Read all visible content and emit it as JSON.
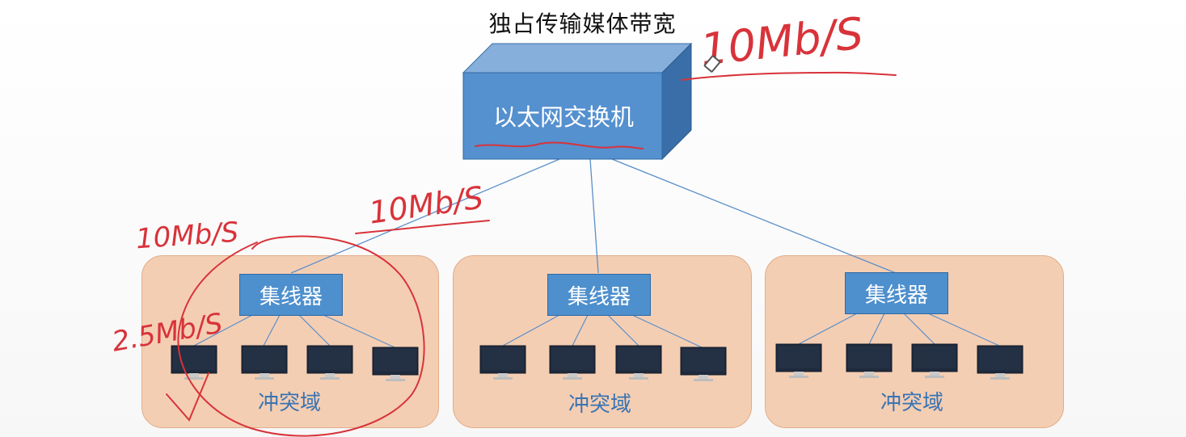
{
  "title": "独占传输媒体带宽",
  "switch_label": "以太网交换机",
  "domains": [
    {
      "hub_label": "集线器",
      "label": "冲突域"
    },
    {
      "hub_label": "集线器",
      "label": "冲突域"
    },
    {
      "hub_label": "集线器",
      "label": "冲突域"
    }
  ],
  "annotations": {
    "switch_rate": "10Mb/S",
    "link_rate": "10Mb/S",
    "domain_rate": "10Mb/S",
    "host_rate": "2.5Mb/S"
  },
  "colors": {
    "switch_front": "#5590cf",
    "switch_top": "#86afdc",
    "switch_side": "#3a6ea8",
    "domain_fill": "#f4ceb3",
    "hub_fill": "#4e8fcd",
    "link_line": "#5b8fc9",
    "annotation": "#d8333a"
  }
}
